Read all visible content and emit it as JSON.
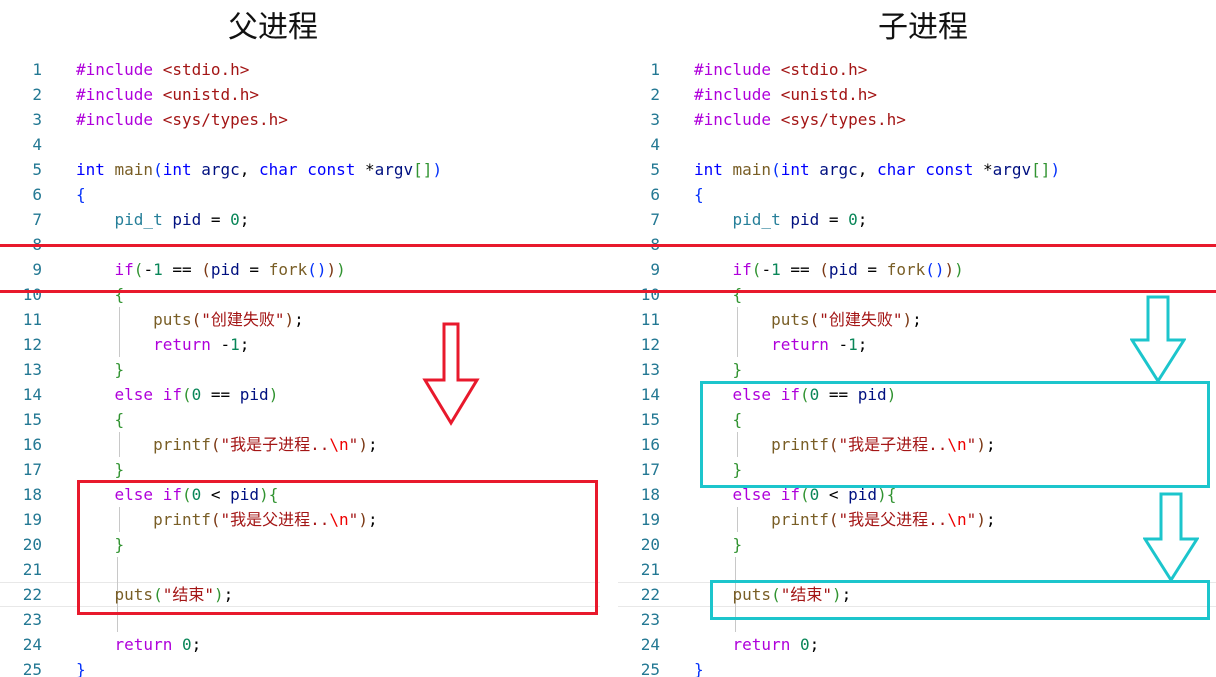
{
  "titles": {
    "left": "父进程",
    "right": "子进程"
  },
  "code_lines": [
    [
      [
        "tk-pp",
        "#include "
      ],
      [
        "tk-str",
        "<stdio.h>"
      ]
    ],
    [
      [
        "tk-pp",
        "#include "
      ],
      [
        "tk-str",
        "<unistd.h>"
      ]
    ],
    [
      [
        "tk-pp",
        "#include "
      ],
      [
        "tk-str",
        "<sys/types.h>"
      ]
    ],
    [],
    [
      [
        "tk-kw",
        "int "
      ],
      [
        "tk-fn",
        "main"
      ],
      [
        "tk-br1",
        "("
      ],
      [
        "tk-kw",
        "int "
      ],
      [
        "tk-var",
        "argc"
      ],
      [
        "tk-plain",
        ", "
      ],
      [
        "tk-kw",
        "char const "
      ],
      [
        "tk-plain",
        "*"
      ],
      [
        "tk-var",
        "argv"
      ],
      [
        "tk-br2",
        "[]"
      ],
      [
        "tk-br1",
        ")"
      ]
    ],
    [
      [
        "tk-br1",
        "{"
      ]
    ],
    [
      [
        "tk-plain",
        "    "
      ],
      [
        "tk-type",
        "pid_t "
      ],
      [
        "tk-var",
        "pid"
      ],
      [
        "tk-plain",
        " = "
      ],
      [
        "tk-num",
        "0"
      ],
      [
        "tk-plain",
        ";"
      ]
    ],
    [],
    [
      [
        "tk-plain",
        "    "
      ],
      [
        "tk-ctrl",
        "if"
      ],
      [
        "tk-br2",
        "("
      ],
      [
        "tk-plain",
        "-"
      ],
      [
        "tk-num",
        "1"
      ],
      [
        "tk-plain",
        " == "
      ],
      [
        "tk-br3",
        "("
      ],
      [
        "tk-var",
        "pid"
      ],
      [
        "tk-plain",
        " = "
      ],
      [
        "tk-fn",
        "fork"
      ],
      [
        "tk-br1",
        "()"
      ],
      [
        "tk-br3",
        ")"
      ],
      [
        "tk-br2",
        ")"
      ]
    ],
    [
      [
        "tk-plain",
        "    "
      ],
      [
        "tk-br2",
        "{"
      ]
    ],
    [
      [
        "tk-plain",
        "        "
      ],
      [
        "tk-fn",
        "puts"
      ],
      [
        "tk-br3",
        "("
      ],
      [
        "tk-str",
        "\"创建失败\""
      ],
      [
        "tk-br3",
        ")"
      ],
      [
        "tk-plain",
        ";"
      ]
    ],
    [
      [
        "tk-plain",
        "        "
      ],
      [
        "tk-ctrl",
        "return "
      ],
      [
        "tk-plain",
        "-"
      ],
      [
        "tk-num",
        "1"
      ],
      [
        "tk-plain",
        ";"
      ]
    ],
    [
      [
        "tk-plain",
        "    "
      ],
      [
        "tk-br2",
        "}"
      ]
    ],
    [
      [
        "tk-plain",
        "    "
      ],
      [
        "tk-ctrl",
        "else if"
      ],
      [
        "tk-br2",
        "("
      ],
      [
        "tk-num",
        "0"
      ],
      [
        "tk-plain",
        " == "
      ],
      [
        "tk-var",
        "pid"
      ],
      [
        "tk-br2",
        ")"
      ]
    ],
    [
      [
        "tk-plain",
        "    "
      ],
      [
        "tk-br2",
        "{"
      ]
    ],
    [
      [
        "tk-plain",
        "        "
      ],
      [
        "tk-fn",
        "printf"
      ],
      [
        "tk-br3",
        "("
      ],
      [
        "tk-str",
        "\"我是子进程.."
      ],
      [
        "tk-esc",
        "\\n"
      ],
      [
        "tk-str",
        "\""
      ],
      [
        "tk-br3",
        ")"
      ],
      [
        "tk-plain",
        ";"
      ]
    ],
    [
      [
        "tk-plain",
        "    "
      ],
      [
        "tk-br2",
        "}"
      ]
    ],
    [
      [
        "tk-plain",
        "    "
      ],
      [
        "tk-ctrl",
        "else if"
      ],
      [
        "tk-br2",
        "("
      ],
      [
        "tk-num",
        "0"
      ],
      [
        "tk-plain",
        " < "
      ],
      [
        "tk-var",
        "pid"
      ],
      [
        "tk-br2",
        ")"
      ],
      [
        "tk-br2",
        "{"
      ]
    ],
    [
      [
        "tk-plain",
        "        "
      ],
      [
        "tk-fn",
        "printf"
      ],
      [
        "tk-br3",
        "("
      ],
      [
        "tk-str",
        "\"我是父进程.."
      ],
      [
        "tk-esc",
        "\\n"
      ],
      [
        "tk-str",
        "\""
      ],
      [
        "tk-br3",
        ")"
      ],
      [
        "tk-plain",
        ";"
      ]
    ],
    [
      [
        "tk-plain",
        "    "
      ],
      [
        "tk-br2",
        "}"
      ]
    ],
    [],
    [
      [
        "tk-plain",
        "    "
      ],
      [
        "tk-fn",
        "puts"
      ],
      [
        "tk-br2",
        "("
      ],
      [
        "tk-str",
        "\"结束\""
      ],
      [
        "tk-br2",
        ")"
      ],
      [
        "tk-plain",
        ";"
      ]
    ],
    [],
    [
      [
        "tk-plain",
        "    "
      ],
      [
        "tk-ctrl",
        "return "
      ],
      [
        "tk-num",
        "0"
      ],
      [
        "tk-plain",
        ";"
      ]
    ],
    [
      [
        "tk-br1",
        "}"
      ]
    ]
  ],
  "colors": {
    "highlight_red": "#e8192c",
    "highlight_cyan": "#1cc5cc",
    "line_number": "#237893"
  },
  "annotations": {
    "fork_line_band": "red",
    "left_arrow": "red-down-arrow",
    "right_arrows": [
      "cyan-down-arrow",
      "cyan-down-arrow"
    ]
  }
}
